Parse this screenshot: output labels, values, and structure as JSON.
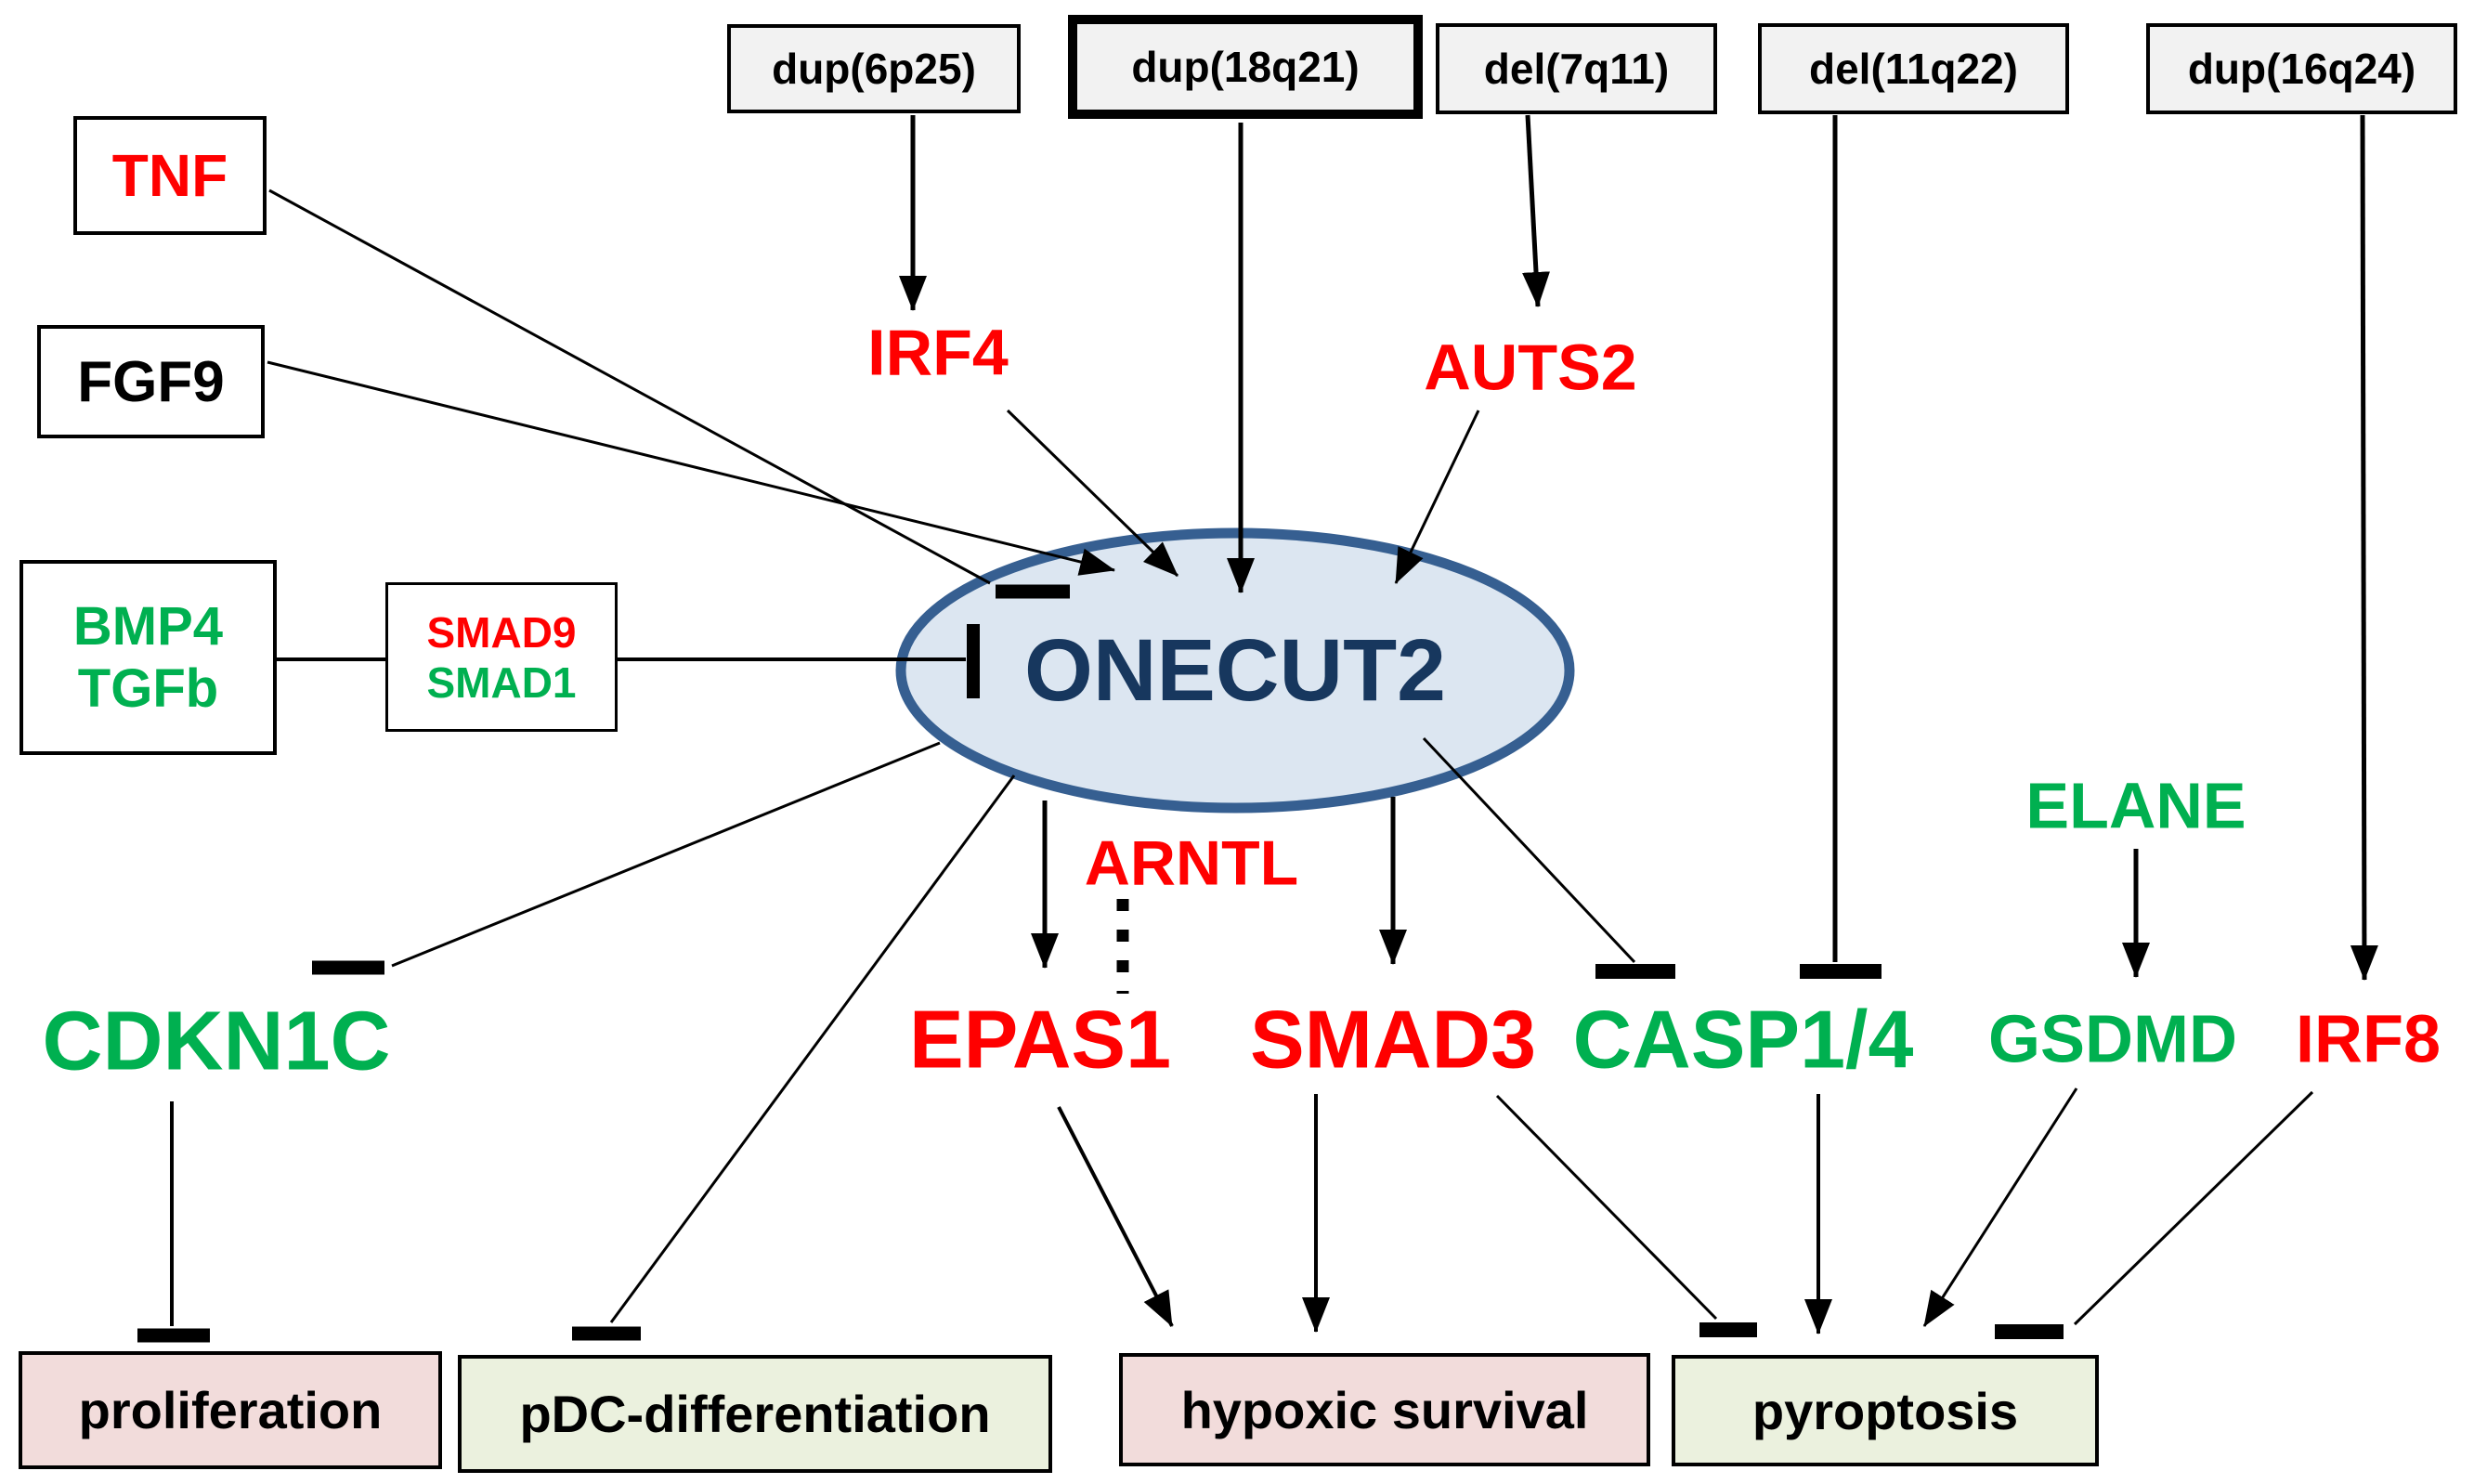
{
  "colors": {
    "upregulated_red": "#ff0000",
    "downregulated_green": "#00b050",
    "hub_text": "#17375e",
    "hub_fill": "#dce6f1",
    "hub_border": "#365f91",
    "chromosome_box_fill": "#f2f2f2",
    "outcome_pink_fill": "#f2dcdb",
    "outcome_green_fill": "#ebf1de"
  },
  "chromosome_boxes": {
    "dup6p25": {
      "label": "dup(6p25)",
      "emphasized": false
    },
    "dup18q21": {
      "label": "dup(18q21)",
      "emphasized": true
    },
    "del7q11": {
      "label": "del(7q11)",
      "emphasized": false
    },
    "del11q22": {
      "label": "del(11q22)",
      "emphasized": false
    },
    "dup16q24": {
      "label": "dup(16q24)",
      "emphasized": false
    }
  },
  "input_boxes": {
    "tnf": {
      "label": "TNF",
      "color": "red"
    },
    "fgf9": {
      "label": "FGF9",
      "color": "black"
    },
    "bmp4_tgfb": {
      "line1": "BMP4",
      "line2": "TGFb",
      "color": "green"
    },
    "smads": {
      "line1": "SMAD9",
      "line1_color": "red",
      "line2": "SMAD1",
      "line2_color": "green"
    }
  },
  "hub": {
    "label": "ONECUT2"
  },
  "genes": {
    "irf4": {
      "label": "IRF4",
      "color": "red"
    },
    "auts2": {
      "label": "AUTS2",
      "color": "red"
    },
    "arntl": {
      "label": "ARNTL",
      "color": "red"
    },
    "cdkn1c": {
      "label": "CDKN1C",
      "color": "green"
    },
    "epas1": {
      "label": "EPAS1",
      "color": "red"
    },
    "smad3": {
      "label": "SMAD3",
      "color": "red"
    },
    "casp1_4": {
      "label": "CASP1/4",
      "color": "green"
    },
    "gsdmd": {
      "label": "GSDMD",
      "color": "green"
    },
    "elane": {
      "label": "ELANE",
      "color": "green"
    },
    "irf8": {
      "label": "IRF8",
      "color": "red"
    }
  },
  "outcomes": {
    "proliferation": {
      "label": "proliferation",
      "fill": "pink"
    },
    "pdc": {
      "label": "pDC-differentiation",
      "fill": "green"
    },
    "hypoxic": {
      "label": "hypoxic survival",
      "fill": "pink"
    },
    "pyroptosis": {
      "label": "pyroptosis",
      "fill": "green"
    }
  },
  "edges": [
    {
      "from": "TNF",
      "to": "ONECUT2",
      "type": "inhibits"
    },
    {
      "from": "FGF9",
      "to": "ONECUT2",
      "type": "activates"
    },
    {
      "from": "dup(6p25)",
      "to": "IRF4",
      "type": "activates"
    },
    {
      "from": "IRF4",
      "to": "ONECUT2",
      "type": "activates"
    },
    {
      "from": "dup(18q21)",
      "to": "ONECUT2",
      "type": "activates"
    },
    {
      "from": "del(7q11)",
      "to": "AUTS2",
      "type": "activates"
    },
    {
      "from": "AUTS2",
      "to": "ONECUT2",
      "type": "activates"
    },
    {
      "from": "BMP4/TGFb",
      "to": "SMAD9/SMAD1",
      "type": "link"
    },
    {
      "from": "SMAD9/SMAD1",
      "to": "ONECUT2",
      "type": "inhibits"
    },
    {
      "from": "ONECUT2",
      "to": "CDKN1C",
      "type": "inhibits"
    },
    {
      "from": "ONECUT2",
      "to": "pDC-differentiation",
      "type": "inhibits"
    },
    {
      "from": "ONECUT2",
      "to": "EPAS1",
      "type": "activates"
    },
    {
      "from": "ONECUT2",
      "to": "SMAD3",
      "type": "activates"
    },
    {
      "from": "ONECUT2",
      "to": "CASP1/4",
      "type": "inhibits"
    },
    {
      "from": "del(11q22)",
      "to": "CASP1/4",
      "type": "inhibits"
    },
    {
      "from": "dup(16q24)",
      "to": "IRF8",
      "type": "activates"
    },
    {
      "from": "ELANE",
      "to": "GSDMD",
      "type": "activates"
    },
    {
      "from": "ARNTL",
      "to": "EPAS1",
      "type": "dashed-link"
    },
    {
      "from": "CDKN1C",
      "to": "proliferation",
      "type": "inhibits"
    },
    {
      "from": "EPAS1",
      "to": "hypoxic survival",
      "type": "activates"
    },
    {
      "from": "SMAD3",
      "to": "hypoxic survival",
      "type": "activates"
    },
    {
      "from": "SMAD3",
      "to": "pyroptosis",
      "type": "inhibits"
    },
    {
      "from": "CASP1/4",
      "to": "pyroptosis",
      "type": "activates"
    },
    {
      "from": "GSDMD",
      "to": "pyroptosis",
      "type": "activates"
    },
    {
      "from": "IRF8",
      "to": "pyroptosis",
      "type": "inhibits"
    }
  ]
}
